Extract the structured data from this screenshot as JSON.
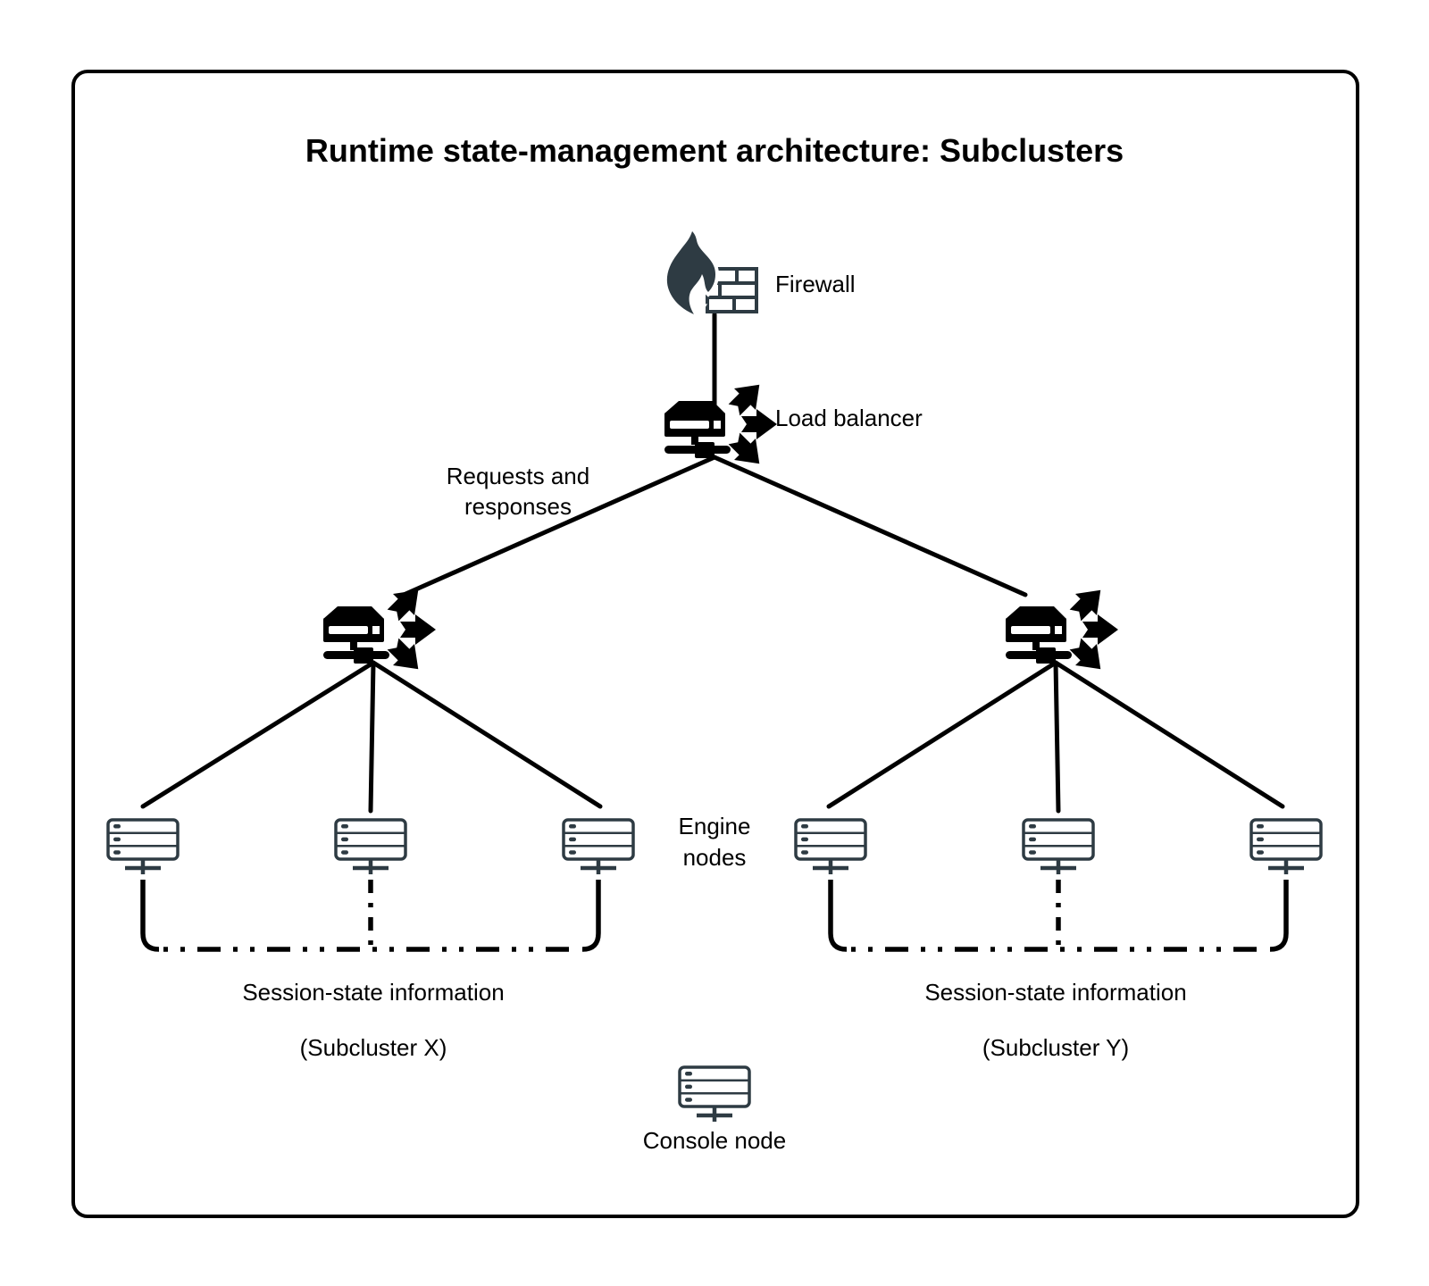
{
  "title": "Runtime state-management architecture: Subclusters",
  "colors": {
    "icon_dark": "#2e3b43",
    "line": "#000000",
    "background": "#ffffff"
  },
  "nodes": {
    "firewall": {
      "label": "Firewall"
    },
    "load_balancer": {
      "label": "Load balancer"
    },
    "traffic": {
      "label_line1": "Requests and",
      "label_line2": "responses"
    },
    "engine_nodes": {
      "label_line1": "Engine",
      "label_line2": "nodes"
    },
    "subcluster_x": {
      "session_label": "Session-state information",
      "name": "(Subcluster X)"
    },
    "subcluster_y": {
      "session_label": "Session-state information",
      "name": "(Subcluster Y)"
    },
    "console": {
      "label": "Console node"
    }
  }
}
